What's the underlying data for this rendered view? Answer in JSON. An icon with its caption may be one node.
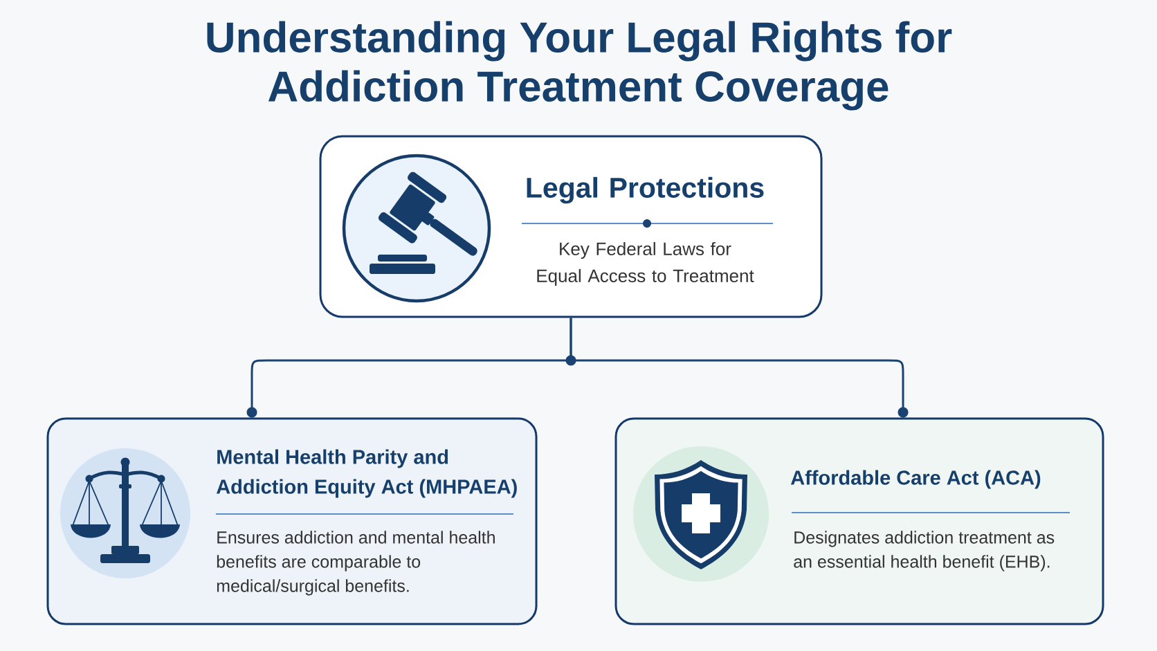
{
  "diagram": {
    "title": "Understanding Your Legal Rights for Addiction Treatment Coverage",
    "nodes": [
      {
        "text": [
          "Legal Protections",
          "Key Federal Laws for Equal Access to Treatment"
        ]
      },
      {
        "text": [
          "Mental Health Parity and Addiction Equity Act (MHPAEA)",
          "Ensures addiction and mental health benefits are comparable to medical/surgical benefits."
        ]
      },
      {
        "text": [
          "Affordable Care Act (ACA)",
          "Designates addiction treatment as an essential health benefit (EHB)."
        ]
      }
    ],
    "edges": [
      {
        "from": 0,
        "to": 1,
        "arrow": "other"
      },
      {
        "from": 0,
        "to": 2,
        "arrow": "other"
      }
    ]
  }
}
